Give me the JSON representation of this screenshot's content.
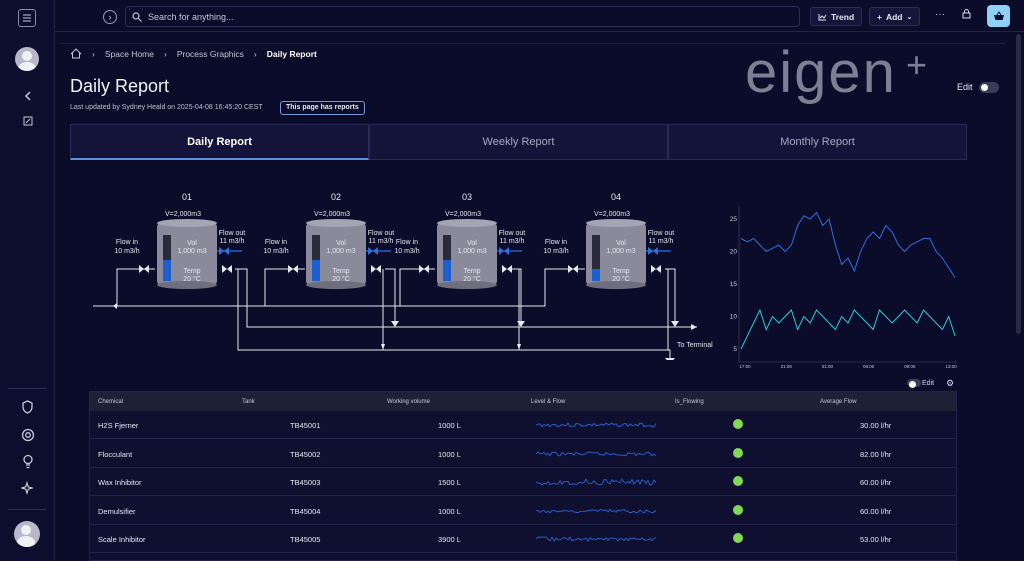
{
  "topbar": {
    "search_placeholder": "Search for anything...",
    "trend_label": "Trend",
    "add_label": "Add"
  },
  "breadcrumb": [
    "Space Home",
    "Process Graphics",
    "Daily Report"
  ],
  "page": {
    "title": "Daily Report",
    "updated": "Last updated by Sydney Heald on 2025-04-08 16:45:20 CEST",
    "reports_badge": "This page has reports",
    "logo": "eigen",
    "edit_label": "Edit"
  },
  "tabs": [
    {
      "label": "Daily Report",
      "active": true
    },
    {
      "label": "Weekly Report",
      "active": false
    },
    {
      "label": "Monthly Report",
      "active": false
    }
  ],
  "tanks": [
    {
      "id": "01",
      "volume": "V=2,000m3",
      "vol_label": "Vol",
      "vol": "1,000 m3",
      "temp_label": "Temp",
      "temp": "20 °C",
      "flow_in_label": "Flow in",
      "flow_in": "10 m3/h",
      "flow_out_label": "Flow out",
      "flow_out": "11 m3/h",
      "level": 0.45
    },
    {
      "id": "02",
      "volume": "V=2,000m3",
      "vol_label": "Vol",
      "vol": "1,000 m3",
      "temp_label": "Temp",
      "temp": "20 °C",
      "flow_in_label": "Flow in",
      "flow_in": "10 m3/h",
      "flow_out_label": "Flow out",
      "flow_out": "11 m3/h",
      "level": 0.45
    },
    {
      "id": "03",
      "volume": "V=2,000m3",
      "vol_label": "Vol",
      "vol": "1,000 m3",
      "temp_label": "Temp",
      "temp": "20 °C",
      "flow_in_label": "Flow in",
      "flow_in": "10 m3/h",
      "flow_out_label": "Flow out",
      "flow_out": "11 m3/h",
      "level": 0.45
    },
    {
      "id": "04",
      "volume": "V=2,000m3",
      "vol_label": "Vol",
      "vol": "1,000 m3",
      "temp_label": "Temp",
      "temp": "20 °C",
      "flow_in_label": "Flow in",
      "flow_in": "10 m3/h",
      "flow_out_label": "Flow out",
      "flow_out": "11 m3/h",
      "level": 0.25
    }
  ],
  "to_terminal": "To Terminal",
  "chart_data": {
    "type": "line",
    "x_ticks": [
      "17:00",
      "21:00",
      "01:00",
      "05:00",
      "09:00",
      "13:00"
    ],
    "y_ticks": [
      5,
      10,
      15,
      20,
      25
    ],
    "ylim": [
      3,
      27
    ],
    "series": [
      {
        "color": "#2f6fe0",
        "values": [
          22,
          21.5,
          22,
          21,
          20,
          20.5,
          21,
          20,
          21,
          24,
          25.5,
          25,
          26,
          24,
          25,
          21,
          18,
          19,
          17,
          20,
          22,
          23,
          22,
          24,
          23,
          21,
          20,
          21,
          21.5,
          22,
          22,
          20,
          19,
          17.5,
          16
        ]
      },
      {
        "color": "#2fc8d8",
        "values": [
          5,
          7,
          9,
          11,
          8,
          10,
          9,
          10,
          11,
          8,
          10,
          9,
          11,
          10,
          9,
          8,
          10,
          9,
          11,
          10,
          9,
          8,
          11,
          10,
          9,
          10,
          11,
          10,
          9,
          11,
          10,
          9,
          8,
          10,
          7
        ]
      }
    ]
  },
  "table": {
    "edit_label": "Edit",
    "headers": [
      "Chemical",
      "Tank",
      "Working volume",
      "Level & Flow",
      "Is_Flowing",
      "Average Flow"
    ],
    "rows": [
      {
        "chemical": "H2S Fjerner",
        "tank": "TB45001",
        "volume": "1000 L",
        "flowing": true,
        "avg": "30.00 l/hr"
      },
      {
        "chemical": "Flocculant",
        "tank": "TB45002",
        "volume": "1000 L",
        "flowing": true,
        "avg": "82.00 l/hr"
      },
      {
        "chemical": "Wax Inhibitor",
        "tank": "TB45003",
        "volume": "1500 L",
        "flowing": true,
        "avg": "60.00 l/hr"
      },
      {
        "chemical": "Demulsifier",
        "tank": "TB45004",
        "volume": "1000 L",
        "flowing": true,
        "avg": "60.00 l/hr"
      },
      {
        "chemical": "Scale Inhibitor",
        "tank": "TB45005",
        "volume": "3900 L",
        "flowing": true,
        "avg": "53.00 l/hr"
      }
    ]
  }
}
